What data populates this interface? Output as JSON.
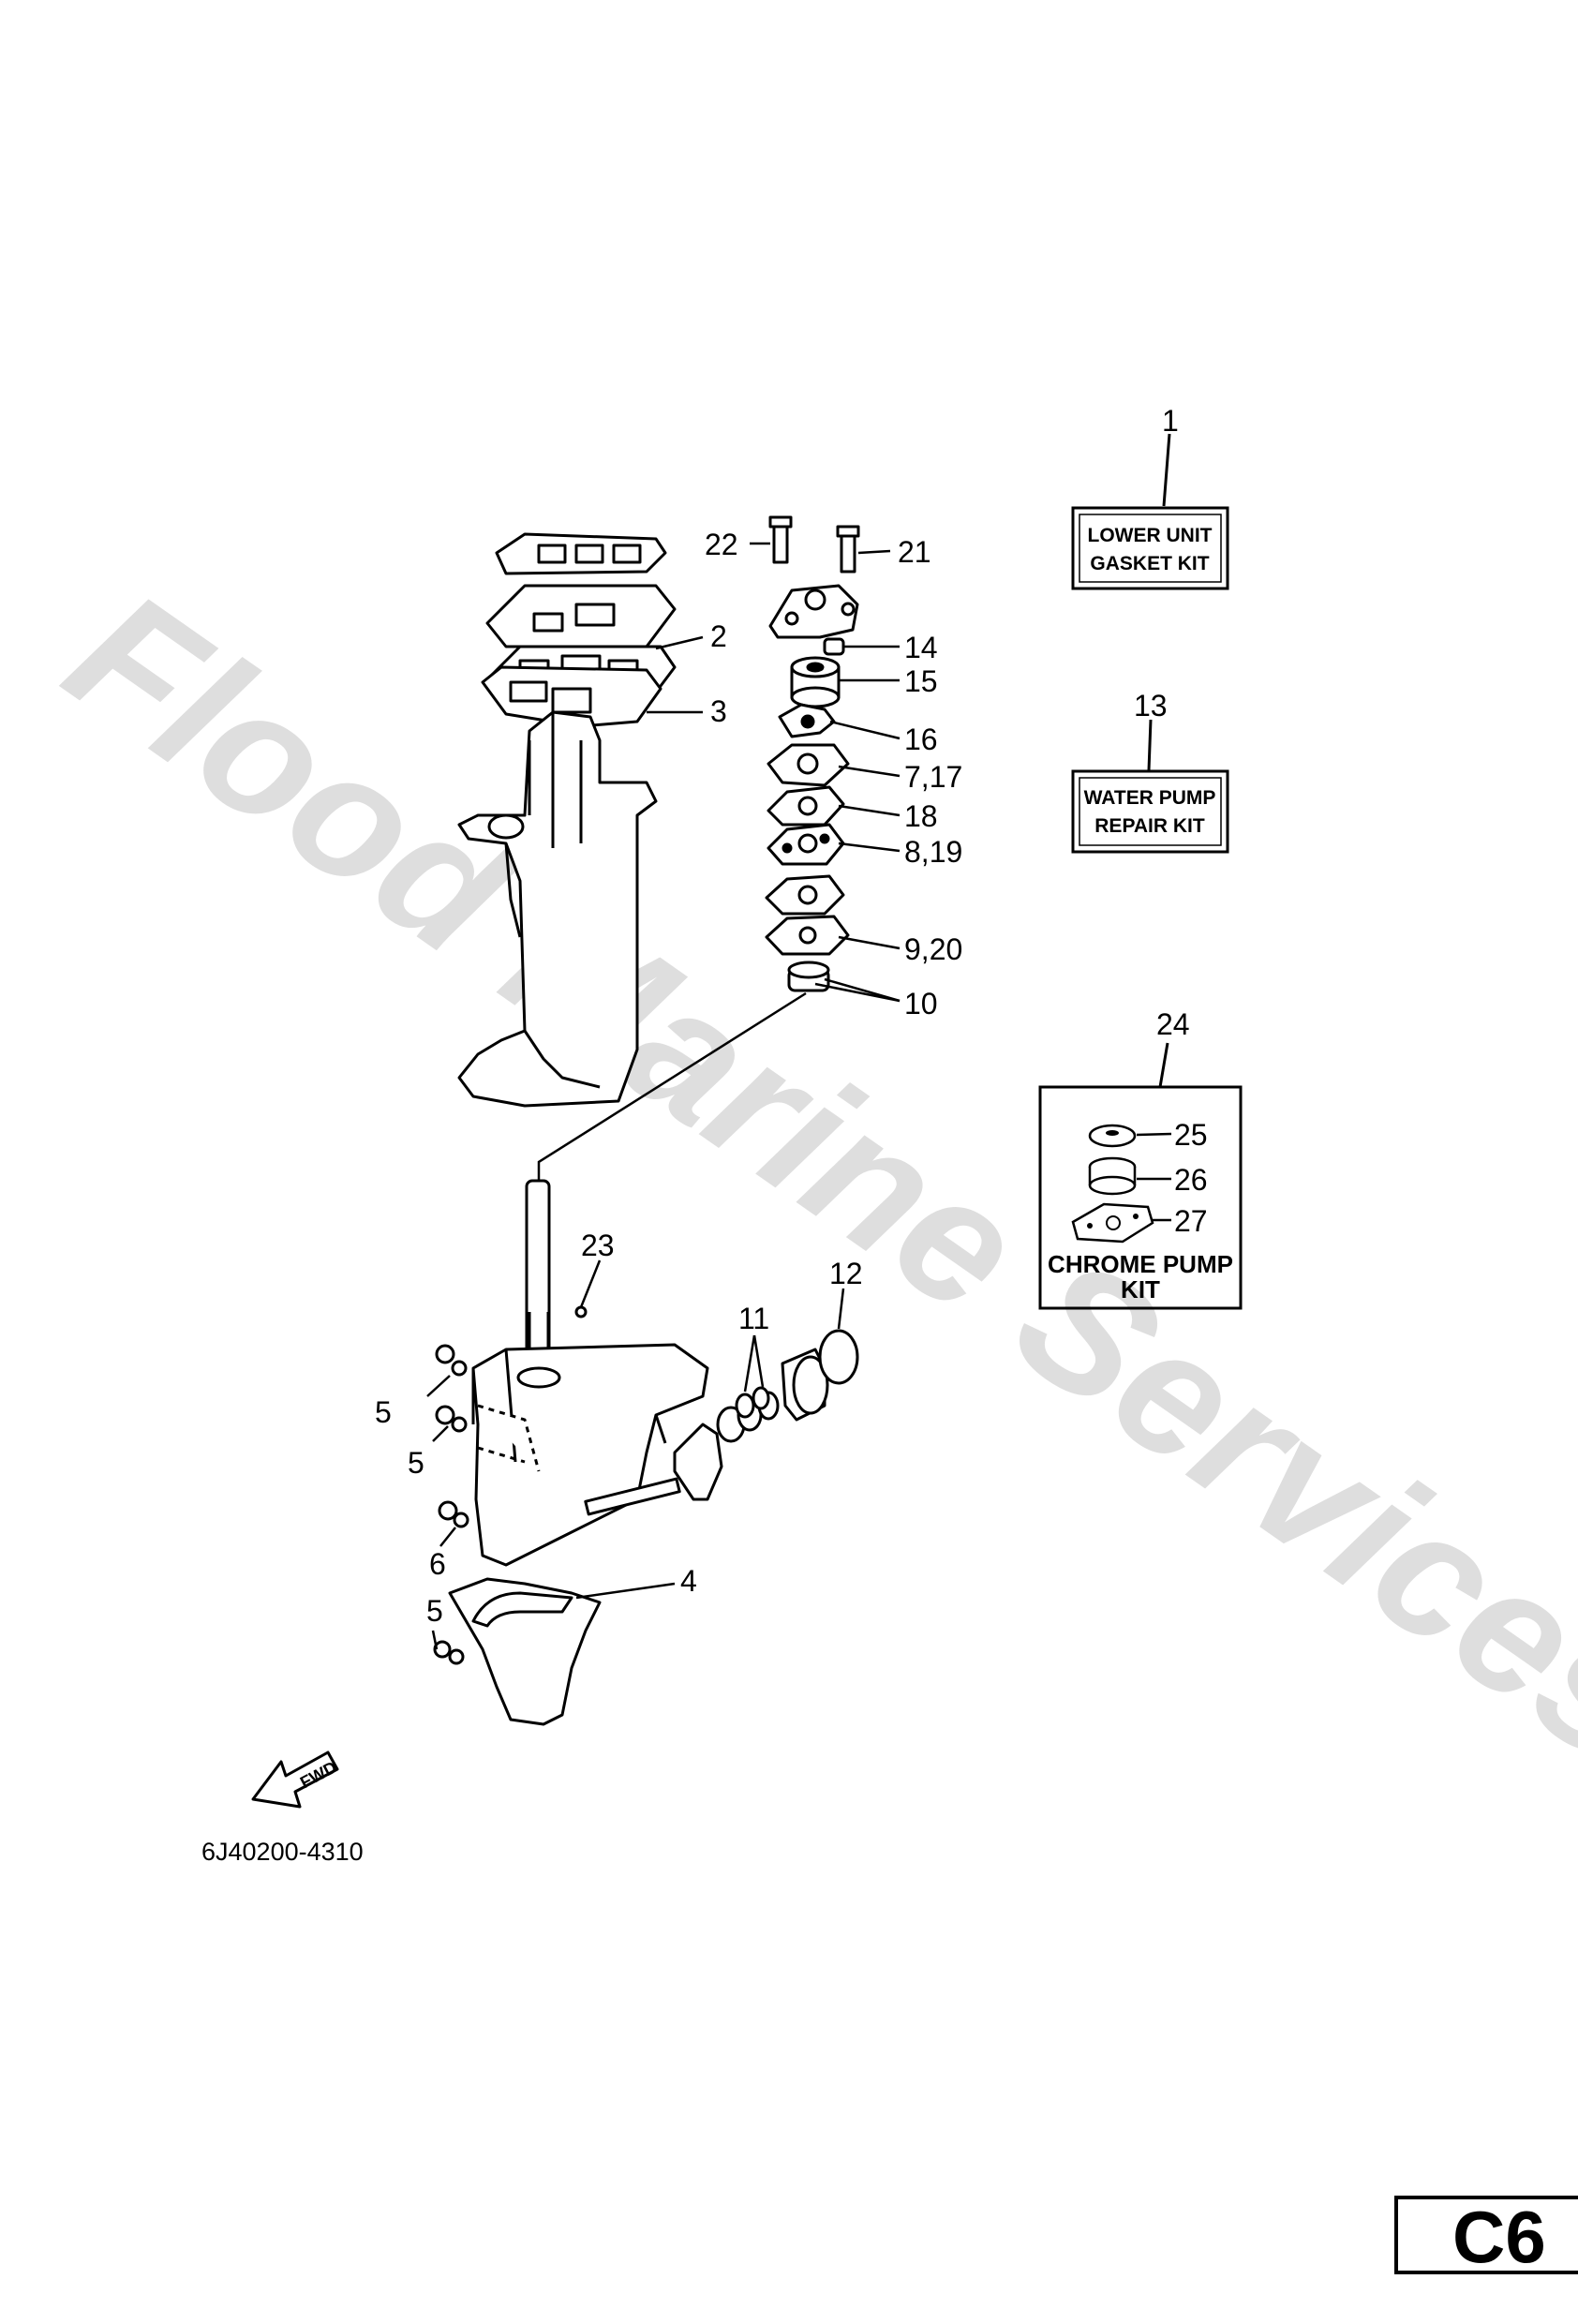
{
  "watermark": "Flood Marine Services",
  "diagram_code": "6J40200-4310",
  "page_tab": "C6",
  "direction_label": "FWD",
  "kits": {
    "gasket": {
      "ref": "1",
      "lines": [
        "LOWER UNIT",
        "GASKET KIT"
      ]
    },
    "water_pump": {
      "ref": "13",
      "lines": [
        "WATER PUMP",
        "REPAIR KIT"
      ]
    },
    "chrome_pump": {
      "ref": "24",
      "lines": [
        "CHROME PUMP",
        "KIT"
      ],
      "item_refs": [
        "25",
        "26",
        "27"
      ]
    }
  },
  "callouts": {
    "c2": "2",
    "c3": "3",
    "c4": "4",
    "c5a": "5",
    "c5b": "5",
    "c5c": "5",
    "c6": "6",
    "c7_17": "7,17",
    "c8_19": "8,19",
    "c9_20": "9,20",
    "c10": "10",
    "c11": "11",
    "c12": "12",
    "c14": "14",
    "c15": "15",
    "c16": "16",
    "c18": "18",
    "c21": "21",
    "c22": "22",
    "c23": "23"
  }
}
